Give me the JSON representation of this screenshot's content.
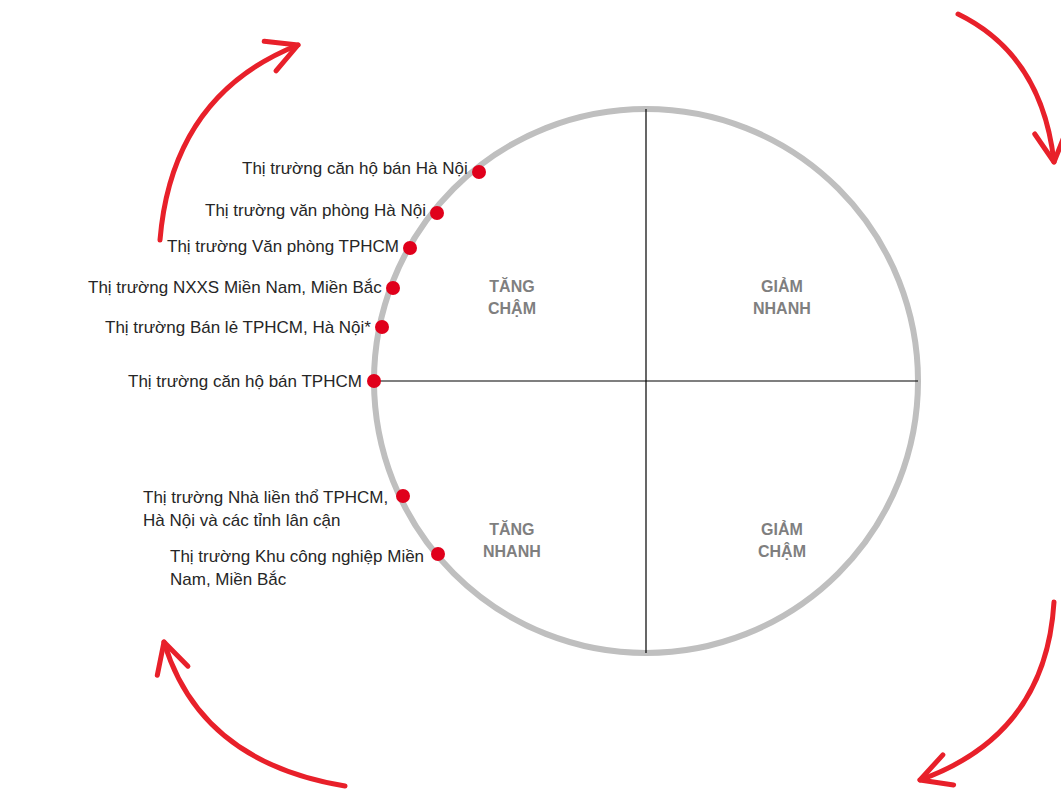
{
  "diagram": {
    "nodes": [
      {
        "text": [
          "TĂNG CHẬM"
        ]
      },
      {
        "text": [
          "GIẢM NHANH"
        ]
      },
      {
        "text": [
          "TĂNG NHANH"
        ]
      },
      {
        "text": [
          "GIẢM CHẬM"
        ]
      }
    ],
    "labels": [
      "Thị trường căn hộ bán Hà Nội",
      "Thị trường văn phòng Hà Nội",
      "Thị trường Văn phòng TPHCM",
      "Thị trường NXXS Miền Nam, Miền Bắc",
      "Thị trường Bán lẻ TPHCM, Hà Nội*",
      "Thị trường căn hộ bán TPHCM",
      "Thị trường Nhà liền thổ TPHCM, Hà Nội và các tỉnh lân cận",
      "Thị trường Khu công nghiệp Miền Nam, Miền Bắc"
    ]
  }
}
